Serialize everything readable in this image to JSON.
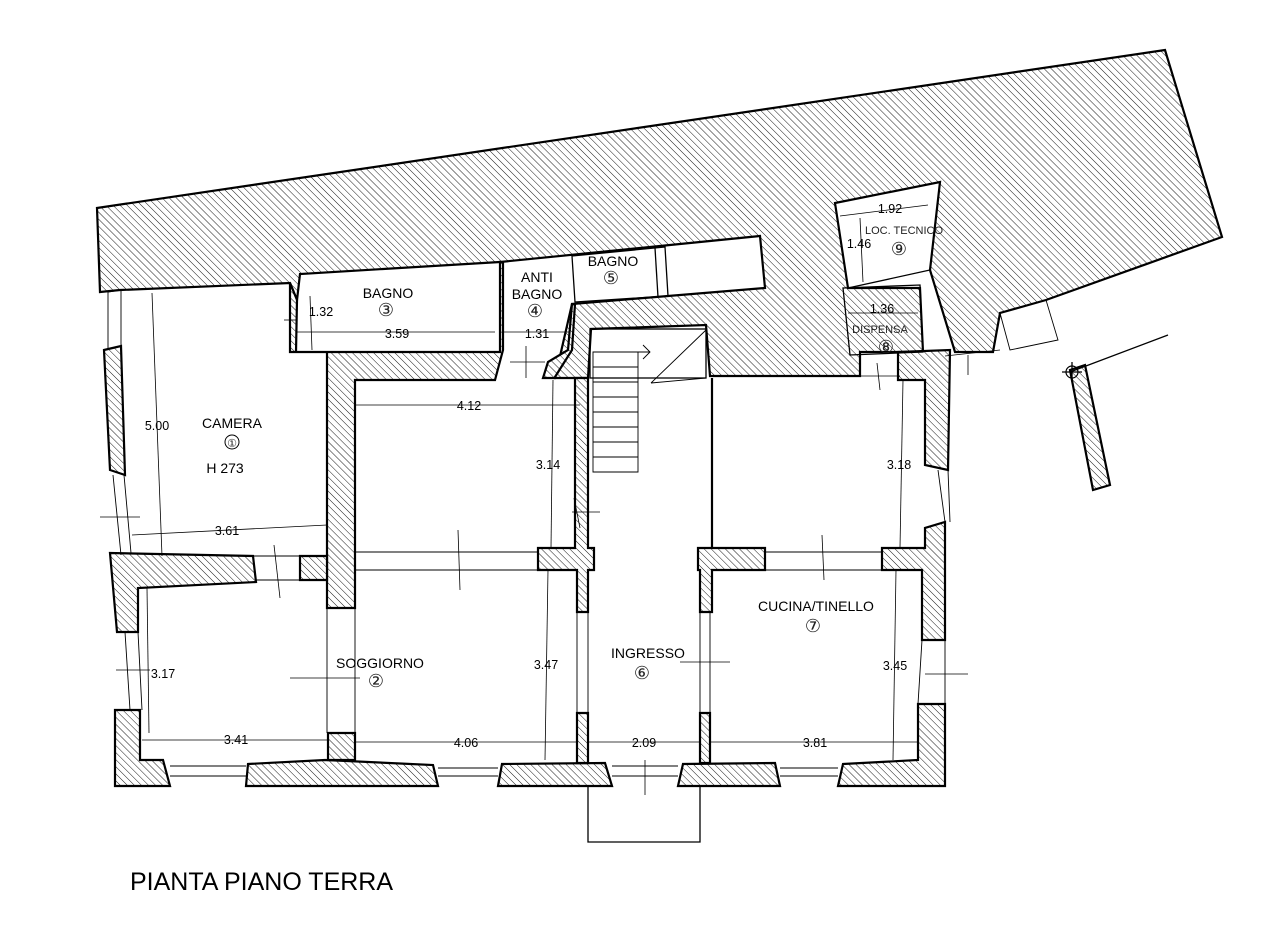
{
  "title": "PIANTA PIANO TERRA",
  "rooms": [
    {
      "name": "CAMERA",
      "number": "①",
      "height": "H 273"
    },
    {
      "name": "SOGGIORNO",
      "number": "②"
    },
    {
      "name": "BAGNO",
      "number": "③"
    },
    {
      "name": "ANTI",
      "name2": "BAGNO",
      "number": "④"
    },
    {
      "name": "BAGNO",
      "number": "⑤"
    },
    {
      "name": "INGRESSO",
      "number": "⑥"
    },
    {
      "name": "CUCINA/TINELLO",
      "number": "⑦"
    },
    {
      "name": "DISPENSA",
      "number": "⑧"
    },
    {
      "name": "LOC. TECNICO",
      "number": "⑨"
    }
  ],
  "dimensions": {
    "camera_h": "5.00",
    "camera_w": "3.61",
    "bagno3_h": "1.32",
    "bagno3_w": "3.59",
    "antibagno_w": "1.31",
    "room_center_w": "4.12",
    "room_center_h": "3.14",
    "room_right_h": "3.18",
    "sw_h": "3.17",
    "sw_w": "3.41",
    "soggiorno_h": "3.47",
    "soggiorno_w": "4.06",
    "ingresso_w": "2.09",
    "cucina_h": "3.45",
    "cucina_w": "3.81",
    "dispensa_w": "1.36",
    "loc_w": "1.92",
    "loc_h": "1.46"
  },
  "colors": {
    "line": "#000000",
    "background": "#ffffff"
  }
}
